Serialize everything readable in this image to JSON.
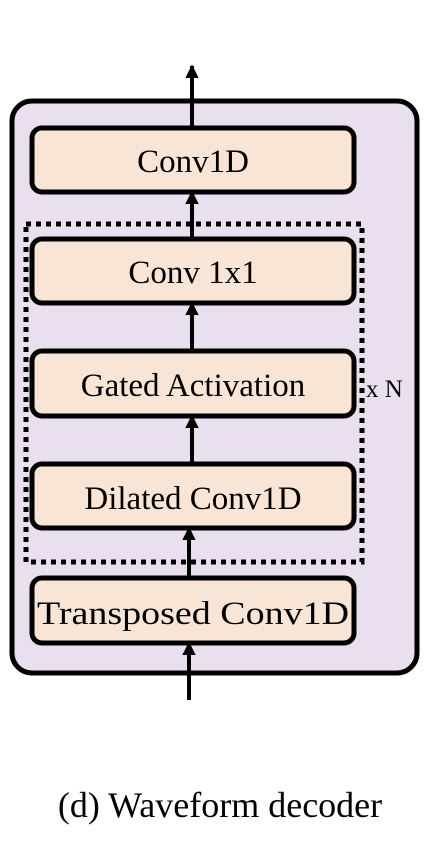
{
  "diagram": {
    "caption": "(d) Waveform decoder",
    "repeat_label": "x N",
    "blocks": {
      "conv1d_top": "Conv1D",
      "conv_1x1": "Conv 1x1",
      "gated_activation": "Gated Activation",
      "dilated_conv1d": "Dilated Conv1D",
      "transposed_conv1d": "Transposed Conv1D"
    },
    "colors": {
      "container_fill": "#e9dfee",
      "block_fill": "#f9e5d6",
      "stroke": "#000000"
    }
  }
}
